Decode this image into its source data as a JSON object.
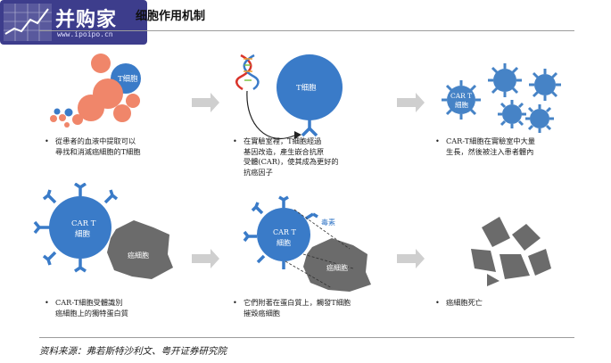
{
  "header": {
    "logo_text": "并购家",
    "logo_url": "www.ipoipo.cn",
    "title": "细胞作用机制"
  },
  "colors": {
    "cell_blue": "#3a7bc8",
    "virus_blue": "#4683c6",
    "cancer_gray": "#6b6b6b",
    "arrow_gray": "#cfcfcf",
    "pink": "#f0866a"
  },
  "labels": {
    "t_cell": "T细胞",
    "car_t_line1": "CAR T",
    "car_t_line2": "細胞",
    "cancer_cell": "癌細胞",
    "toxin": "毒素"
  },
  "captions": {
    "c1": "從患者的血液中提取可以尋找和消滅癌細胞的T細胞",
    "c2": "在實驗室裡，T細胞經過基因改造，產生嵌合抗原受體(CAR)，使其成為更好的抗癌因子",
    "c3": "CAR-T細胞在實驗室中大量生長，然後被注入患者體內",
    "c4": "CAR-T細胞受體識別癌細胞上的獨特蛋白質",
    "c5": "它們附著在蛋白質上，觸發T細胞摧毀癌細胞",
    "c6": "癌細胞死亡"
  },
  "caption_lines": {
    "c1": [
      "從患者的血液中提取可以",
      "尋找和消滅癌細胞的T細胞"
    ],
    "c2": [
      "在實驗室裡，T細胞經過",
      "基因改造，產生嵌合抗原",
      "受體(CAR)，使其成為更好的",
      "抗癌因子"
    ],
    "c3": [
      "CAR-T細胞在實驗室中大量",
      "生長，然後被注入患者體內"
    ],
    "c4": [
      "CAR-T細胞受體識別",
      "癌細胞上的獨特蛋白質"
    ],
    "c5": [
      "它們附著在蛋白質上，觸發T細胞",
      "摧毀癌細胞"
    ],
    "c6": [
      "癌細胞死亡"
    ]
  },
  "footer": {
    "source": "资料来源：弗若斯特沙利文、粤开证券研究院"
  }
}
